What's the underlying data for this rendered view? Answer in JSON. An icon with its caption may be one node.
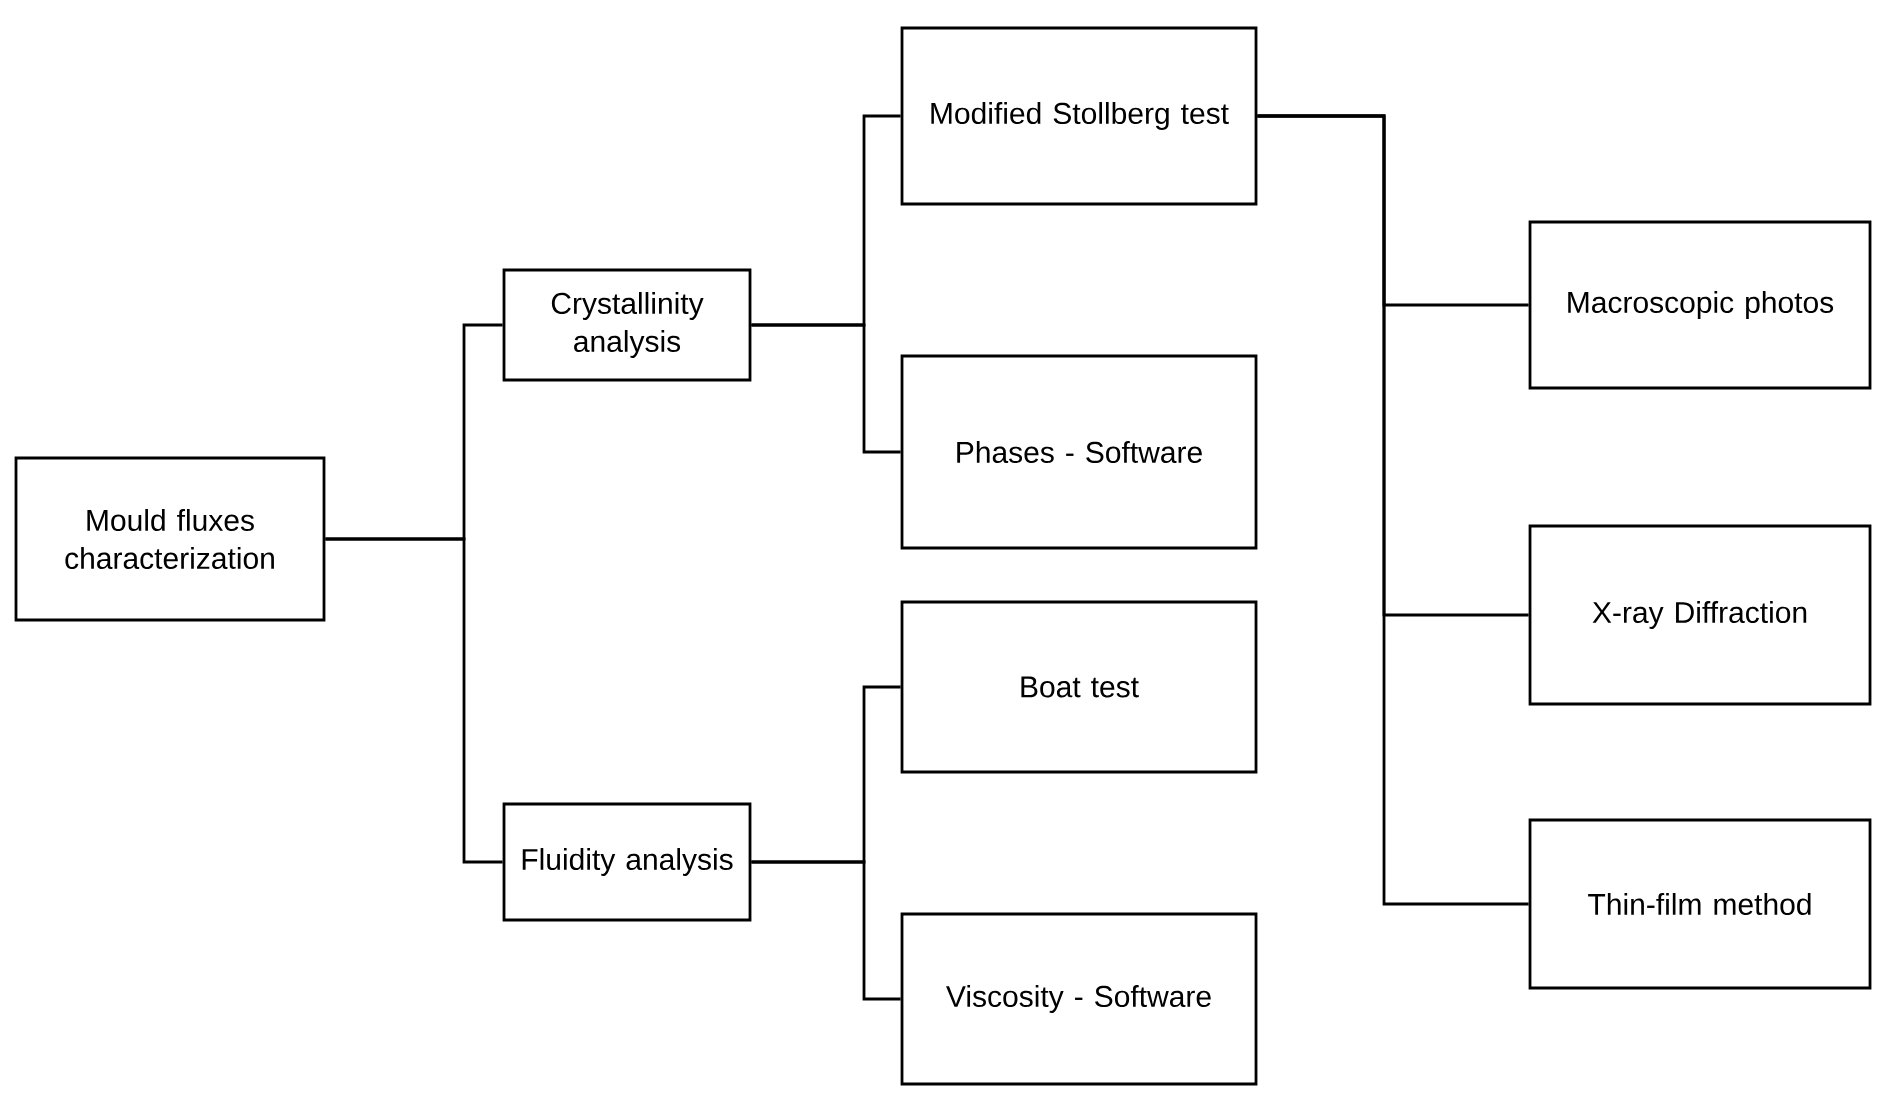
{
  "diagram": {
    "nodes": [
      {
        "text": [
          "Mould fluxes characterization"
        ]
      },
      {
        "text": [
          "Crystallinity analysis"
        ]
      },
      {
        "text": [
          "Fluidity analysis"
        ]
      },
      {
        "text": [
          "Modified Stollberg test"
        ]
      },
      {
        "text": [
          "Phases - Software"
        ]
      },
      {
        "text": [
          "Boat test"
        ]
      },
      {
        "text": [
          "Viscosity - Software"
        ]
      },
      {
        "text": [
          "Macroscopic photos"
        ]
      },
      {
        "text": [
          "X-ray Diffraction"
        ]
      },
      {
        "text": [
          "Thin-film method"
        ]
      }
    ],
    "edges": [
      {
        "from": 0,
        "to": 1,
        "arrow": "none"
      },
      {
        "from": 0,
        "to": 2,
        "arrow": "none"
      },
      {
        "from": 1,
        "to": 3,
        "arrow": "none"
      },
      {
        "from": 1,
        "to": 4,
        "arrow": "none"
      },
      {
        "from": 2,
        "to": 5,
        "arrow": "none"
      },
      {
        "from": 2,
        "to": 6,
        "arrow": "none"
      },
      {
        "from": 3,
        "to": 7,
        "arrow": "none"
      },
      {
        "from": 3,
        "to": 8,
        "arrow": "none"
      },
      {
        "from": 3,
        "to": 9,
        "arrow": "none"
      }
    ]
  }
}
